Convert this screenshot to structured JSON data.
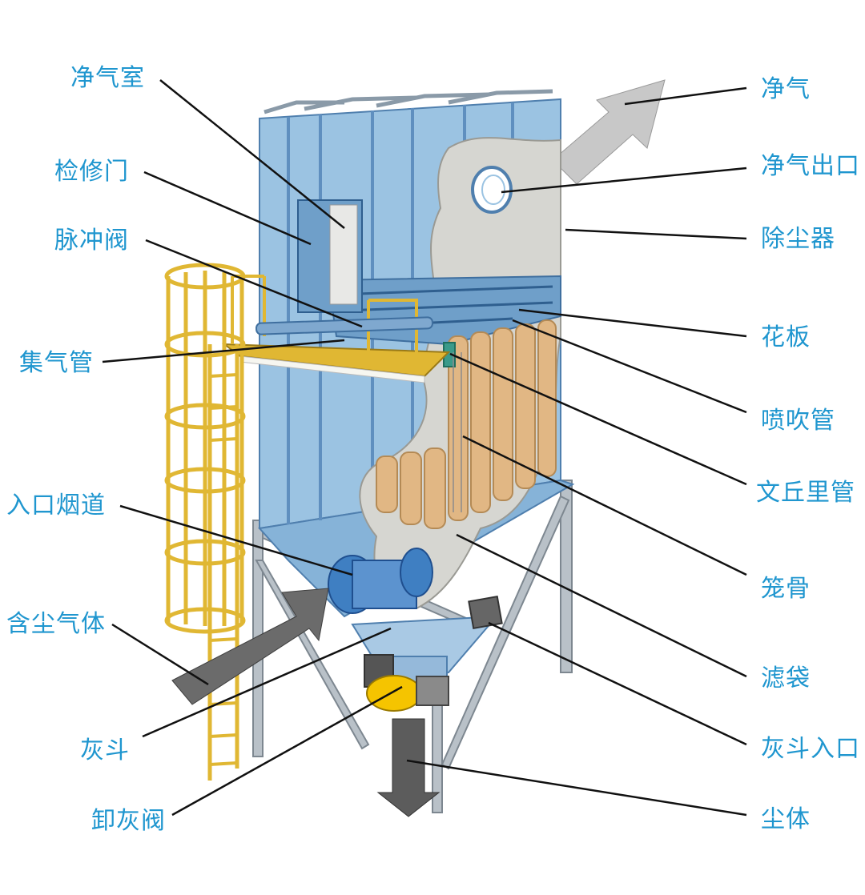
{
  "colors": {
    "label": "#1f96cf",
    "leader": "#111111",
    "housing": "#9bc3e2",
    "housing_dark": "#6f9fc9",
    "rail": "#e0b733",
    "bag": "#e1b784",
    "cutaway": "#d6d6d1",
    "arrow_light": "#c8c8c8",
    "arrow_dark": "#6b6b6b",
    "steel": "#b9c1c8"
  },
  "labels": {
    "clean_chamber": "净气室",
    "access_door": "检修门",
    "pulse_valve": "脉冲阀",
    "header_pipe": "集气管",
    "inlet_duct": "入口烟道",
    "dusty_gas": "含尘气体",
    "ash_hopper": "灰斗",
    "discharge_valve": "卸灰阀",
    "clean_gas": "净气",
    "clean_gas_outlet": "净气出口",
    "dust_collector": "除尘器",
    "tube_sheet": "花板",
    "blow_pipe": "喷吹管",
    "venturi": "文丘里管",
    "cage": "笼骨",
    "filter_bag": "滤袋",
    "hopper_inlet": "灰斗入口",
    "dust": "尘体"
  },
  "icons": {
    "clean_gas_arrow": "arrow-up-right-icon",
    "dusty_gas_arrow": "arrow-up-right-icon",
    "dust_arrow": "arrow-down-icon"
  }
}
